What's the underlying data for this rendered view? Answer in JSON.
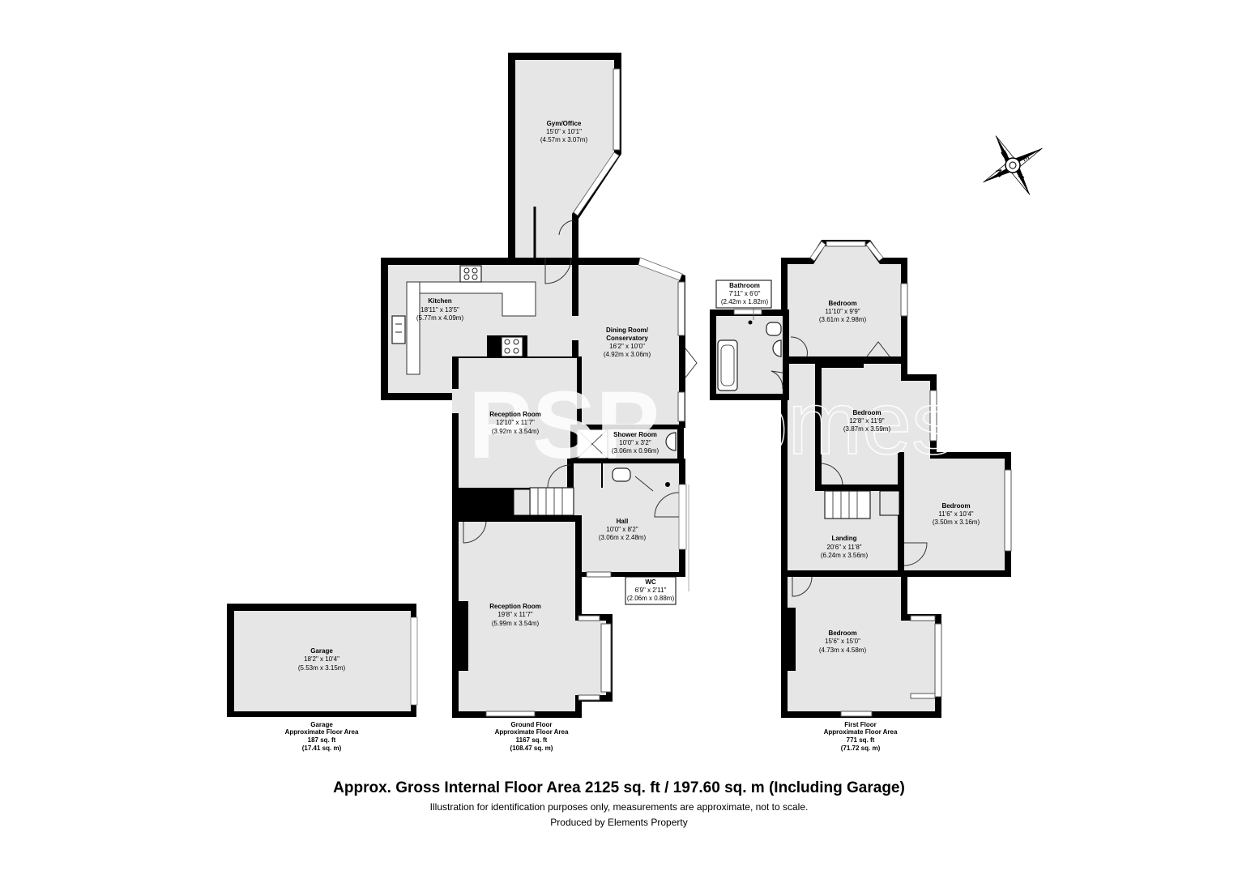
{
  "watermark": {
    "left": "PSP",
    "right": "homes"
  },
  "compass": {
    "n": "N",
    "e": "E",
    "s": "S",
    "w": "W"
  },
  "rooms": {
    "gym": {
      "name": "Gym/Office",
      "dim_ft": "15'0\" x 10'1\"",
      "dim_m": "(4.57m x 3.07m)"
    },
    "kitchen": {
      "name": "Kitchen",
      "dim_ft": "18'11\" x 13'5\"",
      "dim_m": "(5.77m x 4.09m)"
    },
    "dining": {
      "name1": "Dining Room/",
      "name2": "Conservatory",
      "dim_ft": "16'2\" x 10'0\"",
      "dim_m": "(4.92m x 3.06m)"
    },
    "reception1": {
      "name": "Reception Room",
      "dim_ft": "12'10\" x 11'7\"",
      "dim_m": "(3.92m x 3.54m)"
    },
    "shower": {
      "name": "Shower Room",
      "dim_ft": "10'0\" x 3'2\"",
      "dim_m": "(3.06m x 0.96m)"
    },
    "hall": {
      "name": "Hall",
      "dim_ft": "10'0\" x 8'2\"",
      "dim_m": "(3.06m x 2.48m)"
    },
    "wc": {
      "name": "WC",
      "dim_ft": "6'9\" x 2'11\"",
      "dim_m": "(2.06m x 0.88m)"
    },
    "reception2": {
      "name": "Reception Room",
      "dim_ft": "19'8\" x 11'7\"",
      "dim_m": "(5.99m x 3.54m)"
    },
    "garage": {
      "name": "Garage",
      "dim_ft": "18'2\" x 10'4\"",
      "dim_m": "(5.53m x 3.15m)"
    },
    "bathroom": {
      "name": "Bathroom",
      "dim_ft": "7'11\" x 6'0\"",
      "dim_m": "(2.42m x 1.82m)"
    },
    "bed1": {
      "name": "Bedroom",
      "dim_ft": "11'10\" x 9'9\"",
      "dim_m": "(3.61m x 2.98m)"
    },
    "bed2": {
      "name": "Bedroom",
      "dim_ft": "12'8\" x 11'9\"",
      "dim_m": "(3.87m x 3.59m)"
    },
    "bed3": {
      "name": "Bedroom",
      "dim_ft": "11'6\" x 10'4\"",
      "dim_m": "(3.50m x 3.16m)"
    },
    "landing": {
      "name": "Landing",
      "dim_ft": "20'6\" x 11'8\"",
      "dim_m": "(6.24m x 3.56m)"
    },
    "bed4": {
      "name": "Bedroom",
      "dim_ft": "15'6\" x 15'0\"",
      "dim_m": "(4.73m x 4.58m)"
    }
  },
  "floors": {
    "garage": {
      "label": "Garage",
      "caption": "Approximate Floor Area",
      "sqft": "187 sq. ft",
      "sqm": "(17.41 sq. m)"
    },
    "ground": {
      "label": "Ground Floor",
      "caption": "Approximate Floor Area",
      "sqft": "1167 sq. ft",
      "sqm": "(108.47 sq. m)"
    },
    "first": {
      "label": "First Floor",
      "caption": "Approximate Floor Area",
      "sqft": "771 sq. ft",
      "sqm": "(71.72 sq. m)"
    }
  },
  "footer": {
    "gross": "Approx. Gross Internal Floor Area 2125 sq. ft / 197.60 sq. m (Including Garage)",
    "disclaimer": "Illustration for identification purposes only, measurements are approximate, not to scale.",
    "producer": "Produced by Elements Property"
  }
}
